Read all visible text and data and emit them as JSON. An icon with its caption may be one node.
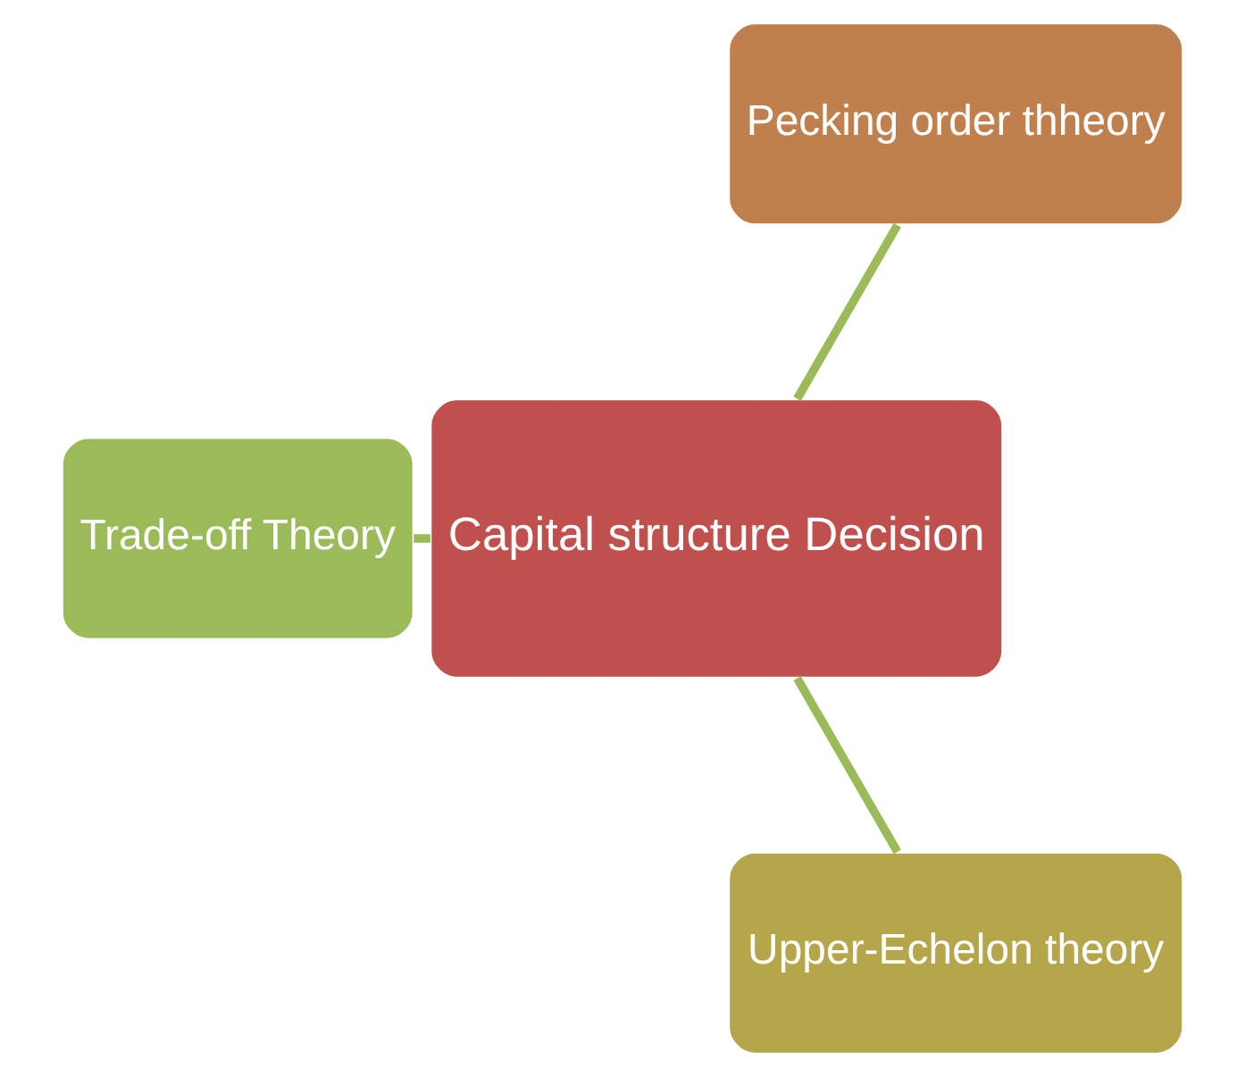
{
  "diagram": {
    "nodes": [
      {
        "text": [
          "Capital structure Decision"
        ]
      },
      {
        "text": [
          "Pecking order thheory"
        ]
      },
      {
        "text": [
          "Trade-off Theory"
        ]
      },
      {
        "text": [
          "Upper-Echelon theory"
        ]
      }
    ],
    "edges": [
      {
        "from": 0,
        "to": 1,
        "arrow": "none"
      },
      {
        "from": 0,
        "to": 2,
        "arrow": "none"
      },
      {
        "from": 0,
        "to": 3,
        "arrow": "none"
      }
    ]
  }
}
